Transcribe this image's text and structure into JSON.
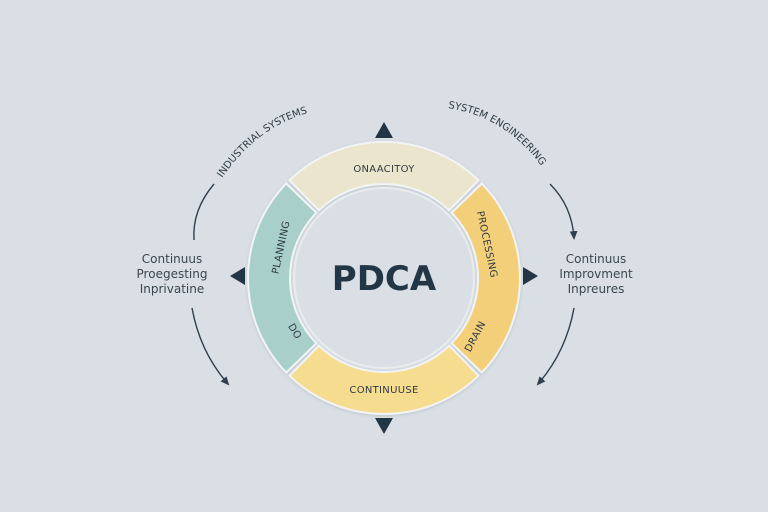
{
  "center_label": "PDCA",
  "segments": {
    "top": "ONAACITOY",
    "right_upper": "PROCESSING",
    "right_lower": "DRAIN",
    "bottom": "CONTINUUSE",
    "left_upper": "PLANNING",
    "left_lower": "DO"
  },
  "arc_labels": {
    "top_left": "INDUSTRIAL SYSTEMS",
    "top_right": "SYSTEM ENGINEERING"
  },
  "side_labels": {
    "left": [
      "Continuus",
      "Proegesting",
      "Inprivatine"
    ],
    "right": [
      "Continuus",
      "Improvment",
      "Inpreures"
    ]
  },
  "colors": {
    "background": "#d9dfe4",
    "top_segment": "#ece5cd",
    "right_segment": "#f3cf7a",
    "bottom_segment": "#f6dc8e",
    "left_segment": "#a9cfcb",
    "pointer": "#233645",
    "arrow": "#2f3f4d"
  }
}
